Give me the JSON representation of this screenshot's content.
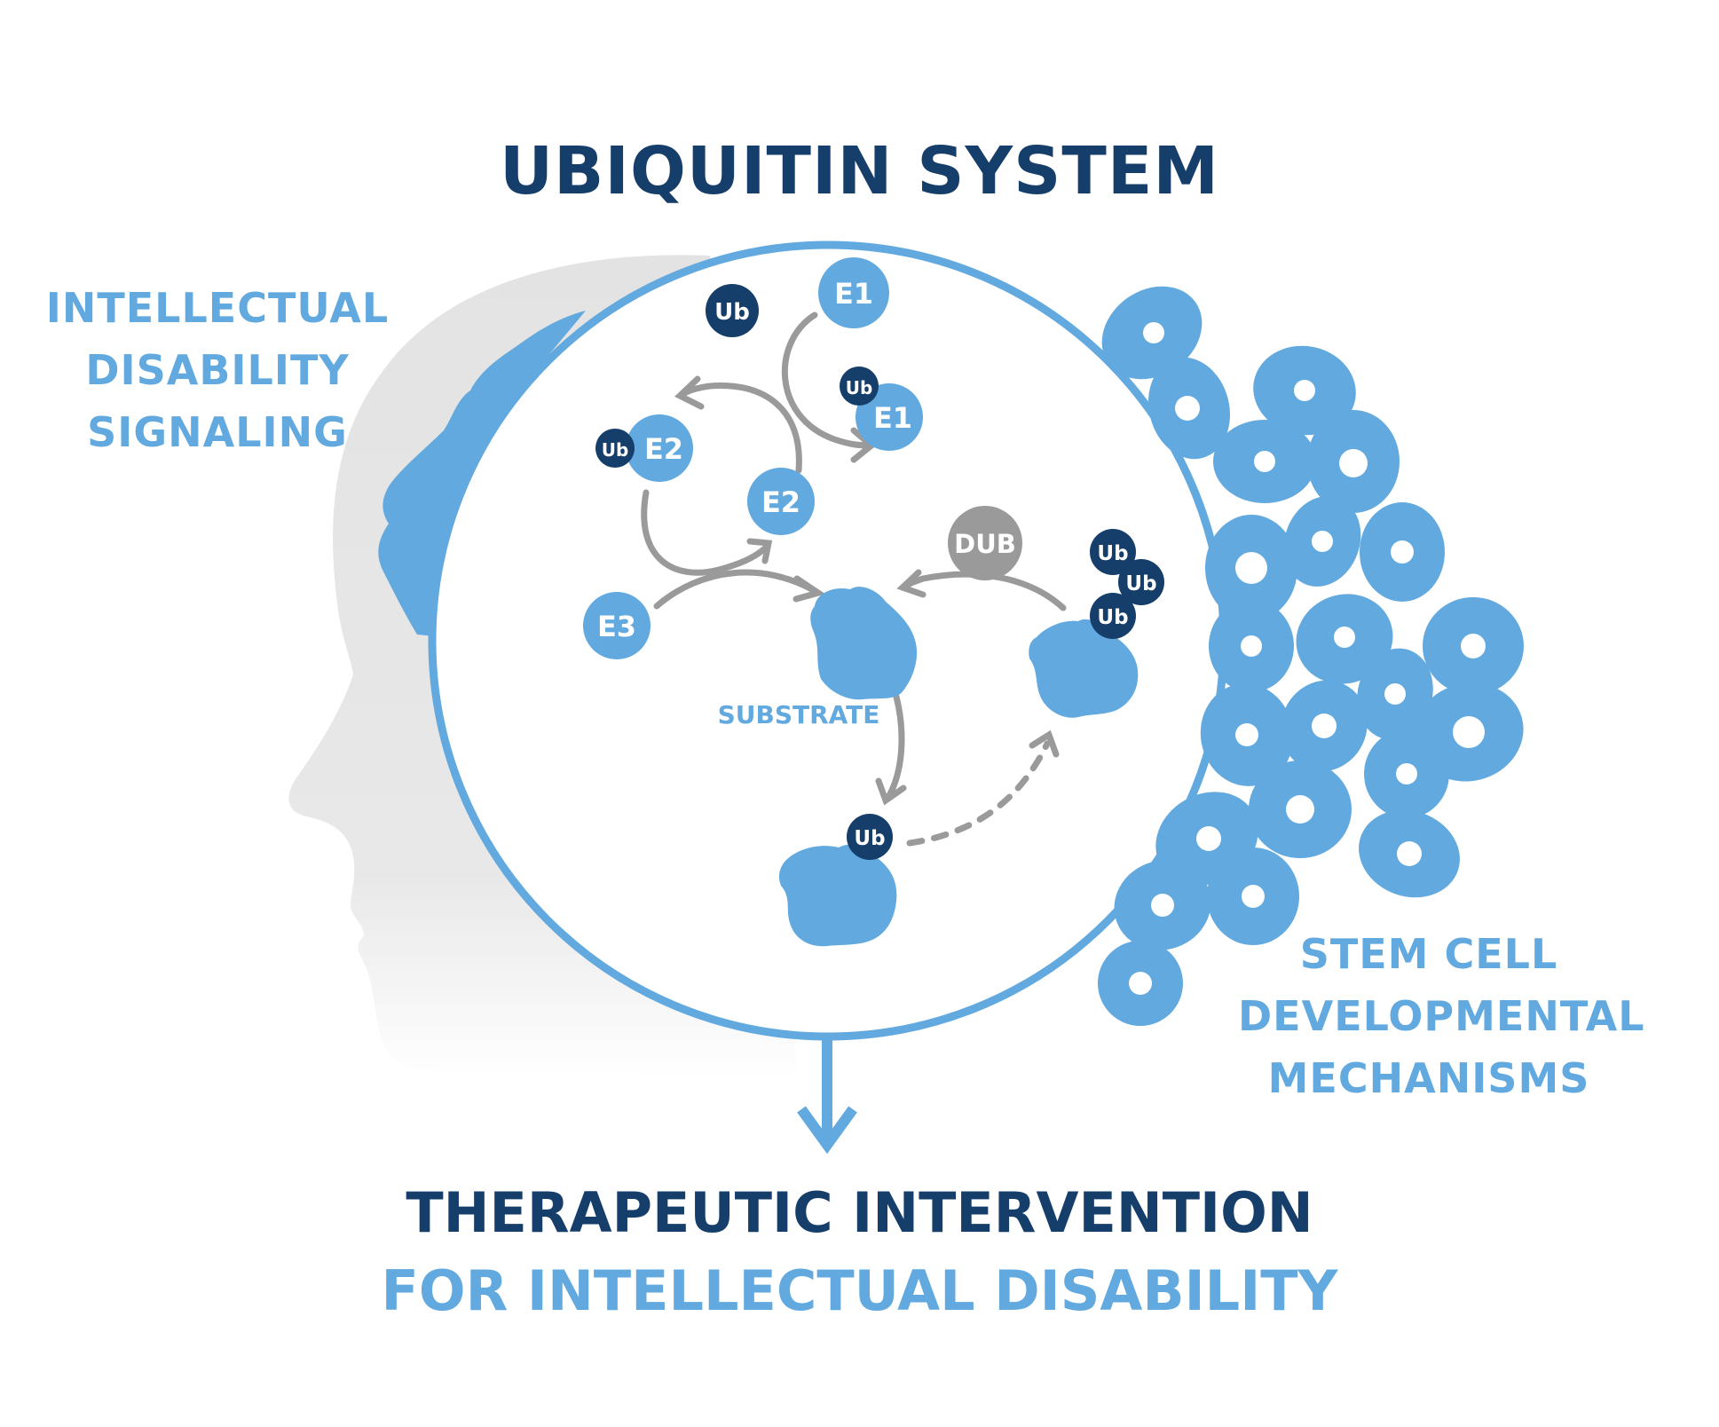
{
  "title": "UBIQUITIN SYSTEM",
  "left_label": [
    "INTELLECTUAL",
    "DISABILITY",
    "SIGNALING"
  ],
  "right_label": [
    "STEM CELL",
    "DEVELOPMENTAL",
    "MECHANISMS"
  ],
  "bottom_title": "THERAPEUTIC INTERVENTION",
  "bottom_subtitle": "FOR INTELLECTUAL DISABILITY",
  "nodes": {
    "ub_free": "Ub",
    "e1_top": "E1",
    "e1_ub_tag": "Ub",
    "e1_charged": "E1",
    "e2_ub_tag": "Ub",
    "e2_charged": "E2",
    "e2": "E2",
    "e3": "E3",
    "dub": "DUB",
    "poly_ub_1": "Ub",
    "poly_ub_2": "Ub",
    "poly_ub_3": "Ub",
    "substrate_label": "SUBSTRATE",
    "mono_ub": "Ub"
  },
  "colors": {
    "dark_blue": "#163e6a",
    "light_blue": "#61a9df",
    "gray_arrow": "#9a9a9a",
    "head_gray": "#e6e6e6",
    "dub_gray": "#9a9a9a"
  }
}
